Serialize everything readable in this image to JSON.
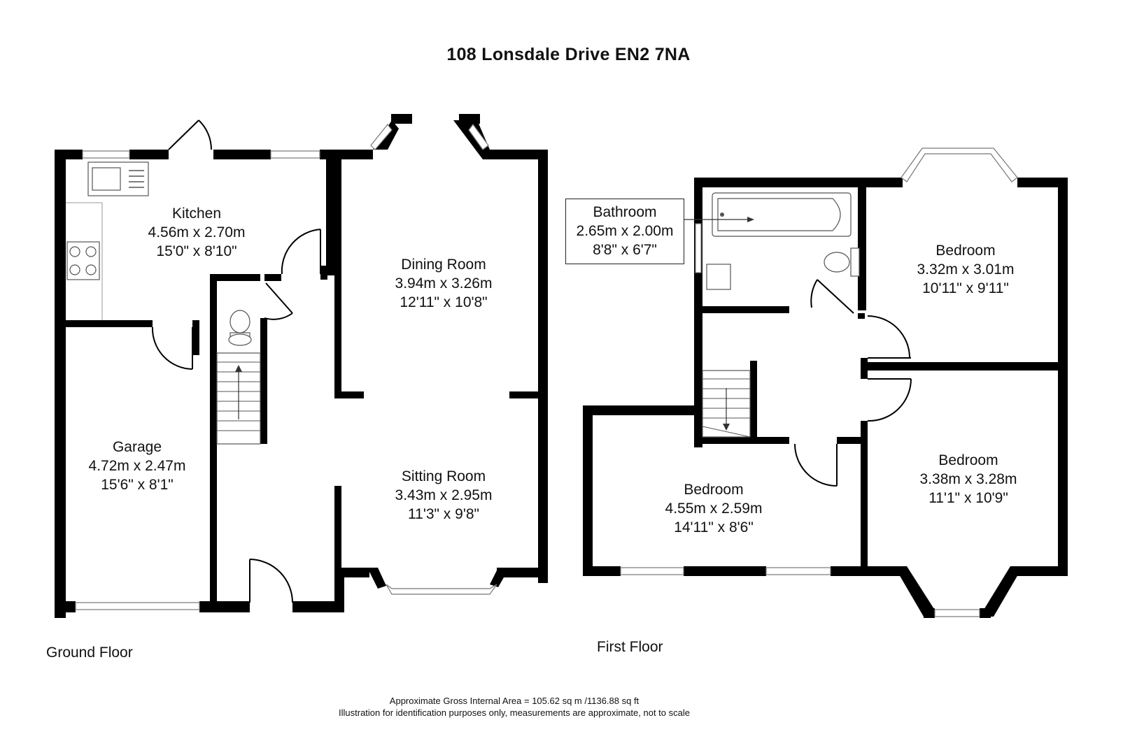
{
  "title": "108 Lonsdale Drive EN2 7NA",
  "ground_floor": {
    "label": "Ground Floor",
    "rooms": [
      {
        "name": "Kitchen",
        "metric": "4.56m x 2.70m",
        "imperial": "15'0\" x 8'10\""
      },
      {
        "name": "Dining Room",
        "metric": "3.94m x 3.26m",
        "imperial": "12'11\" x 10'8\""
      },
      {
        "name": "Garage",
        "metric": "4.72m x 2.47m",
        "imperial": "15'6\" x 8'1\""
      },
      {
        "name": "Sitting Room",
        "metric": "3.43m x 2.95m",
        "imperial": "11'3\" x 9'8\""
      }
    ]
  },
  "first_floor": {
    "label": "First Floor",
    "rooms": [
      {
        "name": "Bathroom",
        "metric": "2.65m x 2.00m",
        "imperial": "8'8\" x 6'7\""
      },
      {
        "name": "Bedroom",
        "metric": "3.32m x 3.01m",
        "imperial": "10'11\" x 9'11\""
      },
      {
        "name": "Bedroom",
        "metric": "4.55m x 2.59m",
        "imperial": "14'11\" x 8'6\""
      },
      {
        "name": "Bedroom",
        "metric": "3.38m x 3.28m",
        "imperial": "11'1\" x 10'9\""
      }
    ]
  },
  "footer": {
    "area": "Approximate Gross Internal Area = 105.62 sq m /1136.88 sq ft",
    "disclaimer": "Illustration for identification purposes only, measurements are approximate, not to scale"
  },
  "colors": {
    "wall": "#000000",
    "window": "#ffffff",
    "background": "#ffffff"
  }
}
